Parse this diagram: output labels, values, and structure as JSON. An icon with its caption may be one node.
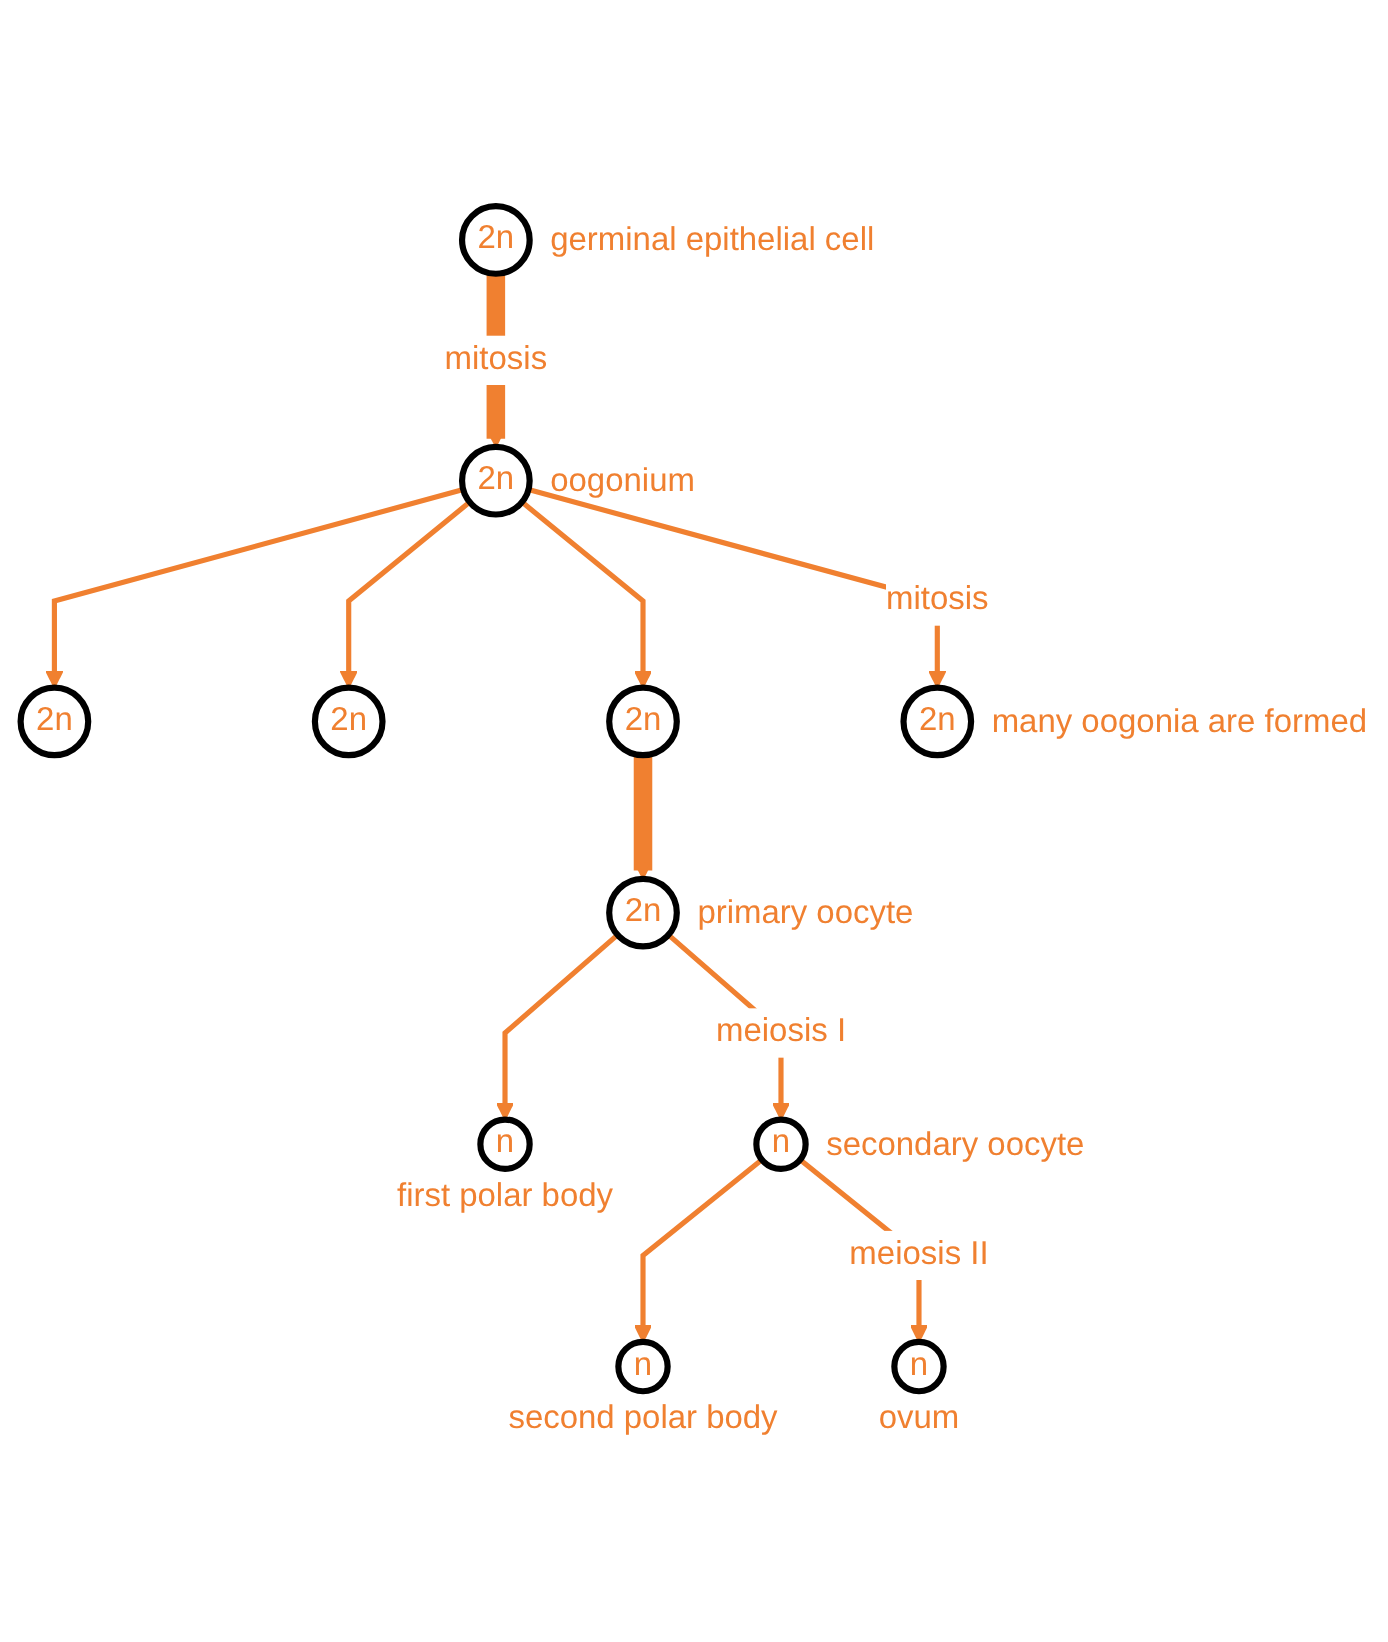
{
  "diagram": {
    "nodes": [
      {
        "text": [
          "2n"
        ],
        "beside": [
          "germinal epithelial cell"
        ]
      },
      {
        "text": [
          "2n"
        ],
        "beside": [
          "oogonium"
        ]
      },
      {
        "text": [
          "2n"
        ]
      },
      {
        "text": [
          "2n"
        ]
      },
      {
        "text": [
          "2n"
        ]
      },
      {
        "text": [
          "2n"
        ],
        "beside": [
          "many oogonia are formed"
        ]
      },
      {
        "text": [
          "2n"
        ],
        "beside": [
          "primary oocyte"
        ]
      },
      {
        "text": [
          "n"
        ],
        "beside": [
          "first polar body"
        ]
      },
      {
        "text": [
          "n"
        ],
        "beside": [
          "secondary oocyte"
        ]
      },
      {
        "text": [
          "n"
        ],
        "beside": [
          "second polar body"
        ]
      },
      {
        "text": [
          "n"
        ],
        "beside": [
          "ovum"
        ]
      }
    ],
    "edges": [
      {
        "from": 0,
        "to": 1,
        "arrow": "to",
        "label": "mitosis",
        "style": "thick"
      },
      {
        "from": 1,
        "to": 2,
        "arrow": "to"
      },
      {
        "from": 1,
        "to": 3,
        "arrow": "to"
      },
      {
        "from": 1,
        "to": 4,
        "arrow": "to"
      },
      {
        "from": 1,
        "to": 5,
        "arrow": "to",
        "label": "mitosis"
      },
      {
        "from": 4,
        "to": 6,
        "arrow": "to",
        "style": "thick"
      },
      {
        "from": 6,
        "to": 7,
        "arrow": "to"
      },
      {
        "from": 6,
        "to": 8,
        "arrow": "to",
        "label": "meiosis I"
      },
      {
        "from": 8,
        "to": 9,
        "arrow": "to"
      },
      {
        "from": 8,
        "to": 10,
        "arrow": "to",
        "label": "meiosis II"
      }
    ]
  }
}
